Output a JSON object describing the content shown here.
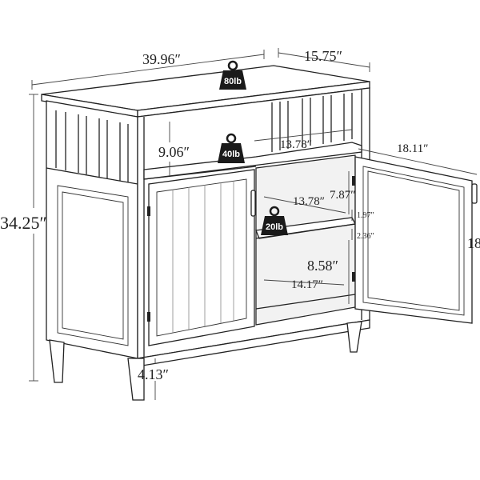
{
  "dimensions": {
    "width": "39.96″",
    "depth": "15.75″",
    "height": "34.25″",
    "upper_shelf_height": "9.06″",
    "upper_shelf_width": "13.78″",
    "door_width": "18.11″",
    "door_height_partial": "18",
    "inner_shelf_width": "13.78″",
    "inner_gap": "7.87″",
    "shelf_offset_a": "1.97″",
    "shelf_offset_b": "2.36″",
    "lower_gap": "8.58″",
    "bottom_width": "14.17″",
    "leg_height": "4.13″"
  },
  "weights": {
    "top": "80lb",
    "middle": "40lb",
    "shelf": "20lb"
  },
  "colors": {
    "weight_icon": "#1a1a1a",
    "line": "#222222"
  }
}
